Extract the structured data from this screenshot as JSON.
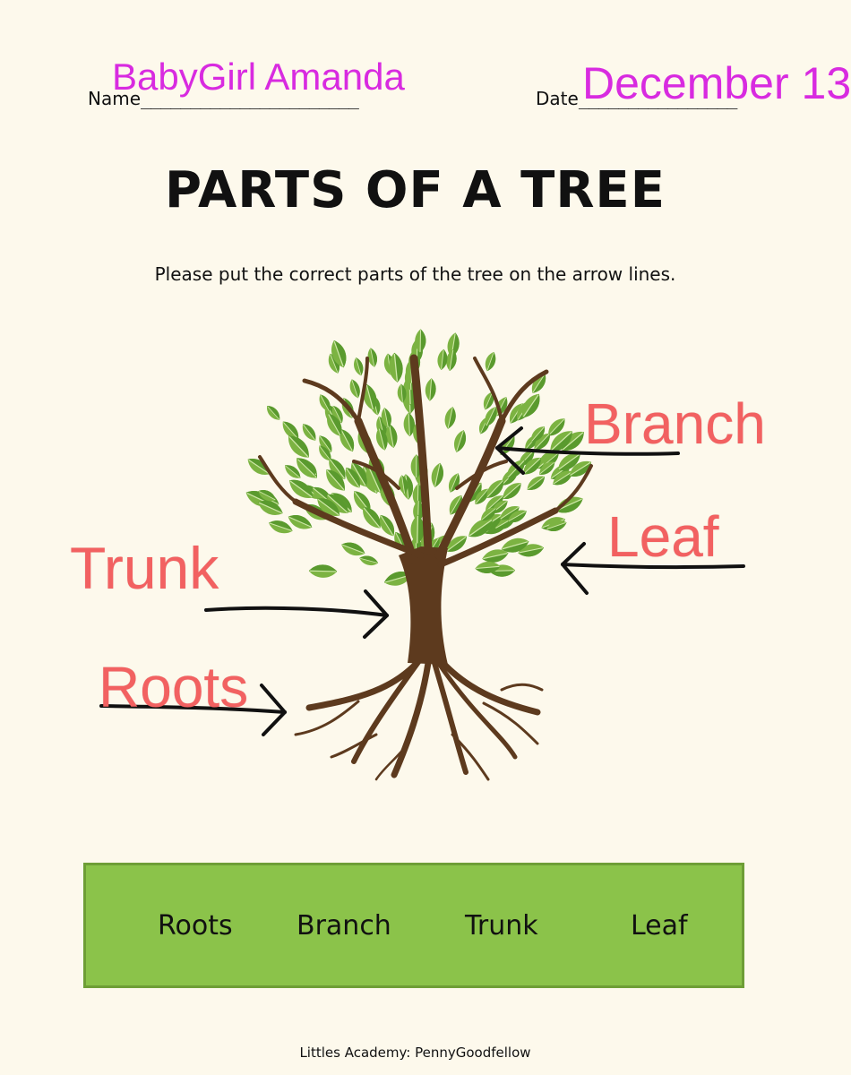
{
  "header": {
    "name_label": "Name",
    "name_line": "______________________",
    "name_value": "BabyGirl Amanda",
    "date_label": "Date",
    "date_line": "________________",
    "date_value": "December 13"
  },
  "title": "PARTS OF A TREE",
  "instructions": "Please put the correct parts of the tree on the arrow lines.",
  "answers": {
    "branch": "Branch",
    "leaf": "Leaf",
    "trunk": "Trunk",
    "roots": "Roots"
  },
  "word_bank": [
    "Roots",
    "Branch",
    "Trunk",
    "Leaf"
  ],
  "footer": "Littles Academy: PennyGoodfellow",
  "colors": {
    "background": "#fdf9ec",
    "handwriting": "#d82be0",
    "answer_text": "#f26161",
    "word_bank_fill": "#8bc34a",
    "leaf_green": "#7cb342",
    "trunk_brown": "#5d3a1e"
  },
  "illustration": "tree-with-roots-icon"
}
